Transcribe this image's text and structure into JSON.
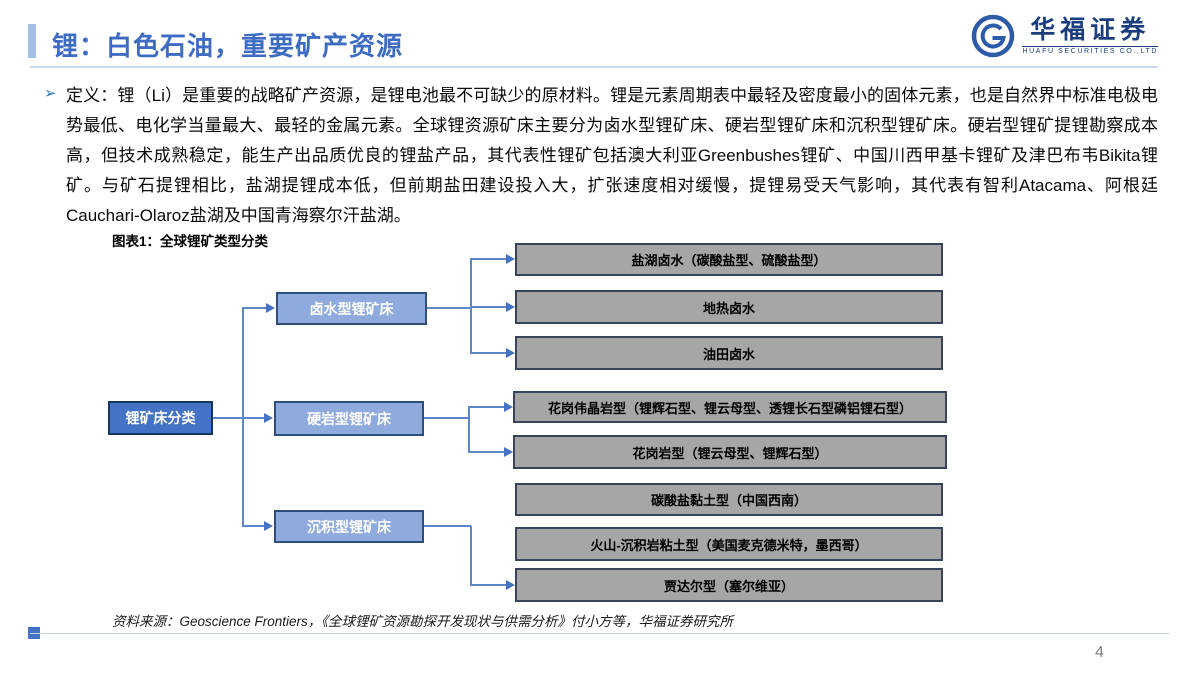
{
  "page": {
    "title": "锂：白色石油，重要矿产资源",
    "page_number": "4"
  },
  "logo": {
    "name": "华福证券",
    "subtitle": "HUAFU SECURITIES CO.,LTD"
  },
  "definition": {
    "bullet": "➢",
    "text": "定义：锂（Li）是重要的战略矿产资源，是锂电池最不可缺少的原材料。锂是元素周期表中最轻及密度最小的固体元素，也是自然界中标准电极电势最低、电化学当量最大、最轻的金属元素。全球锂资源矿床主要分为卤水型锂矿床、硬岩型锂矿床和沉积型锂矿床。硬岩型锂矿提锂勘察成本高，但技术成熟稳定，能生产出品质优良的锂盐产品，其代表性锂矿包括澳大利亚Greenbushes锂矿、中国川西甲基卡锂矿及津巴布韦Bikita锂矿。与矿石提锂相比，盐湖提锂成本低，但前期盐田建设投入大，扩张速度相对缓慢，提锂易受天气影响，其代表有智利Atacama、阿根廷Cauchari-Olaroz盐湖及中国青海察尔汗盐湖。"
  },
  "figure": {
    "caption": "图表1：全球锂矿类型分类",
    "source": "资料来源：Geoscience Frontiers，《全球锂矿资源勘探开发现状与供需分析》付小方等，华福证券研究所"
  },
  "diagram": {
    "root": {
      "label": "锂矿床分类"
    },
    "branches": [
      {
        "label": "卤水型锂矿床",
        "leaves": [
          "盐湖卤水（碳酸盐型、硫酸盐型）",
          "地热卤水",
          "油田卤水"
        ]
      },
      {
        "label": "硬岩型锂矿床",
        "leaves": [
          "花岗伟晶岩型（锂辉石型、锂云母型、透锂长石型磷铝锂石型）",
          "花岗岩型（锂云母型、锂辉石型）"
        ]
      },
      {
        "label": "沉积型锂矿床",
        "leaves": [
          "碳酸盐黏土型（中国西南）",
          "火山-沉积岩粘土型（美国麦克德米特，墨西哥）",
          "贾达尔型（塞尔维亚）"
        ]
      }
    ]
  },
  "colors": {
    "title_blue": "#3E6CC3",
    "root_fill": "#4472C4",
    "branch_fill": "#8FAADC",
    "leaf_fill": "#A6A6A6",
    "connector": "#4472C4"
  }
}
